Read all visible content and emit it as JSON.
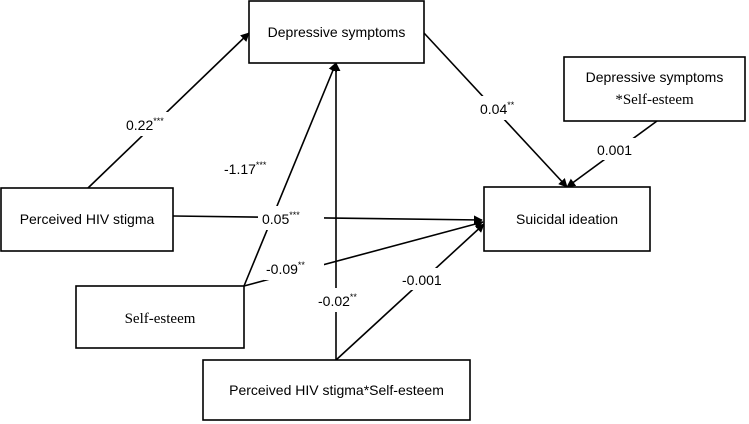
{
  "nodes": {
    "depressive": "Depressive symptoms",
    "interaction_dep_line1": "Depressive symptoms",
    "interaction_dep_line2": "*Self-esteem",
    "stigma": "Perceived HIV stigma",
    "suicidal": "Suicidal ideation",
    "selfesteem": "Self-esteem",
    "interaction_stigma": "Perceived HIV stigma*Self-esteem"
  },
  "paths": {
    "stigma_to_depressive": {
      "value": "0.22",
      "sig": "***"
    },
    "depressive_to_suicidal": {
      "value": "0.04",
      "sig": "**"
    },
    "interaction_dep_to_suicidal": {
      "value": "0.001",
      "sig": ""
    },
    "selfesteem_to_depressive": {
      "value": "-1.17",
      "sig": "***"
    },
    "stigma_to_suicidal": {
      "value": "0.05",
      "sig": "***"
    },
    "selfesteem_to_suicidal": {
      "value": "-0.09",
      "sig": "**"
    },
    "interaction_stigma_to_depressive": {
      "value": "-0.02",
      "sig": "**"
    },
    "interaction_stigma_to_suicidal": {
      "value": "-0.001",
      "sig": ""
    }
  }
}
